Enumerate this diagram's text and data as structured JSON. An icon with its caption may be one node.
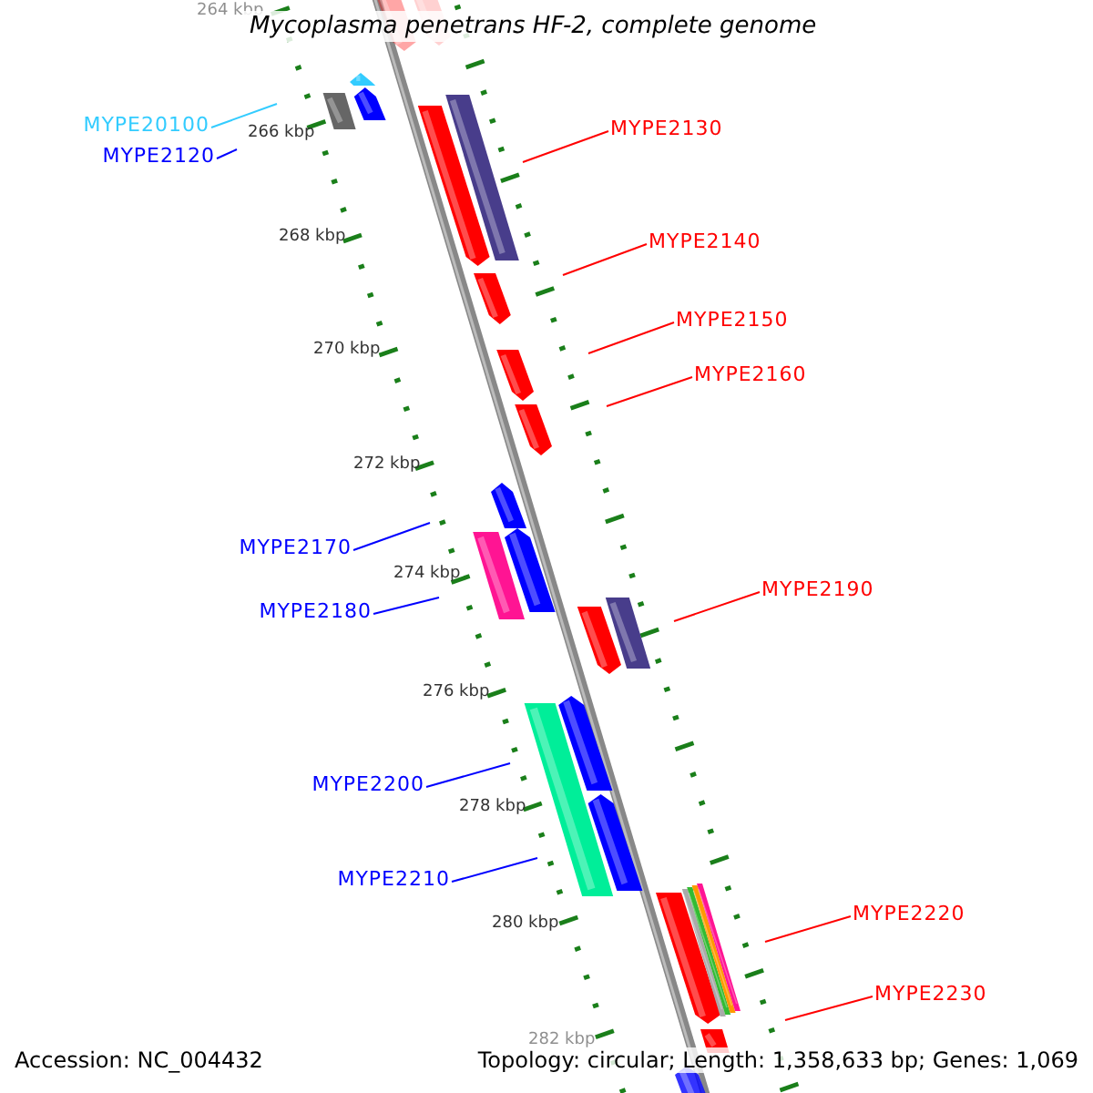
{
  "diagram": {
    "title": "Mycoplasma penetrans HF-2, complete genome",
    "nodes": [
      {
        "text": [
          "MYPE20100"
        ]
      },
      {
        "text": [
          "MYPE2120"
        ]
      },
      {
        "text": [
          "MYPE2130"
        ]
      },
      {
        "text": [
          "MYPE2140"
        ]
      },
      {
        "text": [
          "MYPE2150"
        ]
      },
      {
        "text": [
          "MYPE2160"
        ]
      },
      {
        "text": [
          "MYPE2170"
        ]
      },
      {
        "text": [
          "MYPE2180"
        ]
      },
      {
        "text": [
          "MYPE2190"
        ]
      },
      {
        "text": [
          "MYPE2200"
        ]
      },
      {
        "text": [
          "MYPE2210"
        ]
      },
      {
        "text": [
          "MYPE2220"
        ]
      },
      {
        "text": [
          "MYPE2230"
        ]
      }
    ],
    "edges": [
      {
        "from": 0,
        "to": null,
        "arrow": "none",
        "color": "#33ccff"
      },
      {
        "from": 1,
        "to": null,
        "arrow": "none",
        "color": "#0000ff"
      },
      {
        "from": 2,
        "to": null,
        "arrow": "none"
      },
      {
        "from": 3,
        "to": null,
        "arrow": "none"
      },
      {
        "from": 4,
        "to": null,
        "arrow": "none"
      },
      {
        "from": 5,
        "to": null,
        "arrow": "none"
      },
      {
        "from": 6,
        "to": null,
        "arrow": "none",
        "color": "#0000ff"
      },
      {
        "from": 7,
        "to": null,
        "arrow": "none",
        "color": "#0000ff"
      },
      {
        "from": 8,
        "to": null,
        "arrow": "none"
      },
      {
        "from": 9,
        "to": null,
        "arrow": "none",
        "color": "#0000ff"
      },
      {
        "from": 10,
        "to": null,
        "arrow": "none",
        "color": "#0000ff"
      },
      {
        "from": 11,
        "to": null,
        "arrow": "none"
      },
      {
        "from": 12,
        "to": null,
        "arrow": "none"
      }
    ],
    "labels": [
      "264 kbp",
      "266 kbp",
      "268 kbp",
      "270 kbp",
      "272 kbp",
      "274 kbp",
      "276 kbp",
      "278 kbp",
      "280 kbp",
      "282 kbp",
      "Accession: NC_004432",
      "Topology: circular; Length: 1,358,633 bp; Genes: 1,069"
    ]
  }
}
